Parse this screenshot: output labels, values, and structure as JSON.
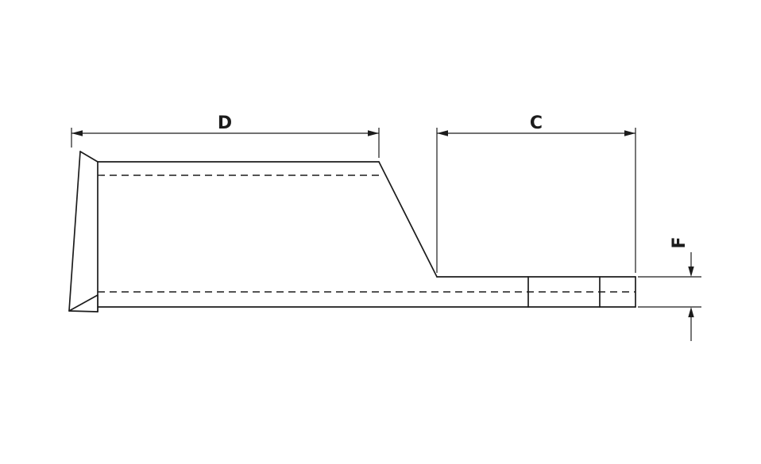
{
  "diagram": {
    "labels": {
      "dimension_d": "D",
      "dimension_c": "C",
      "dimension_f": "F"
    },
    "colors": {
      "line": "#1c1c1c",
      "background": "#ffffff"
    }
  }
}
